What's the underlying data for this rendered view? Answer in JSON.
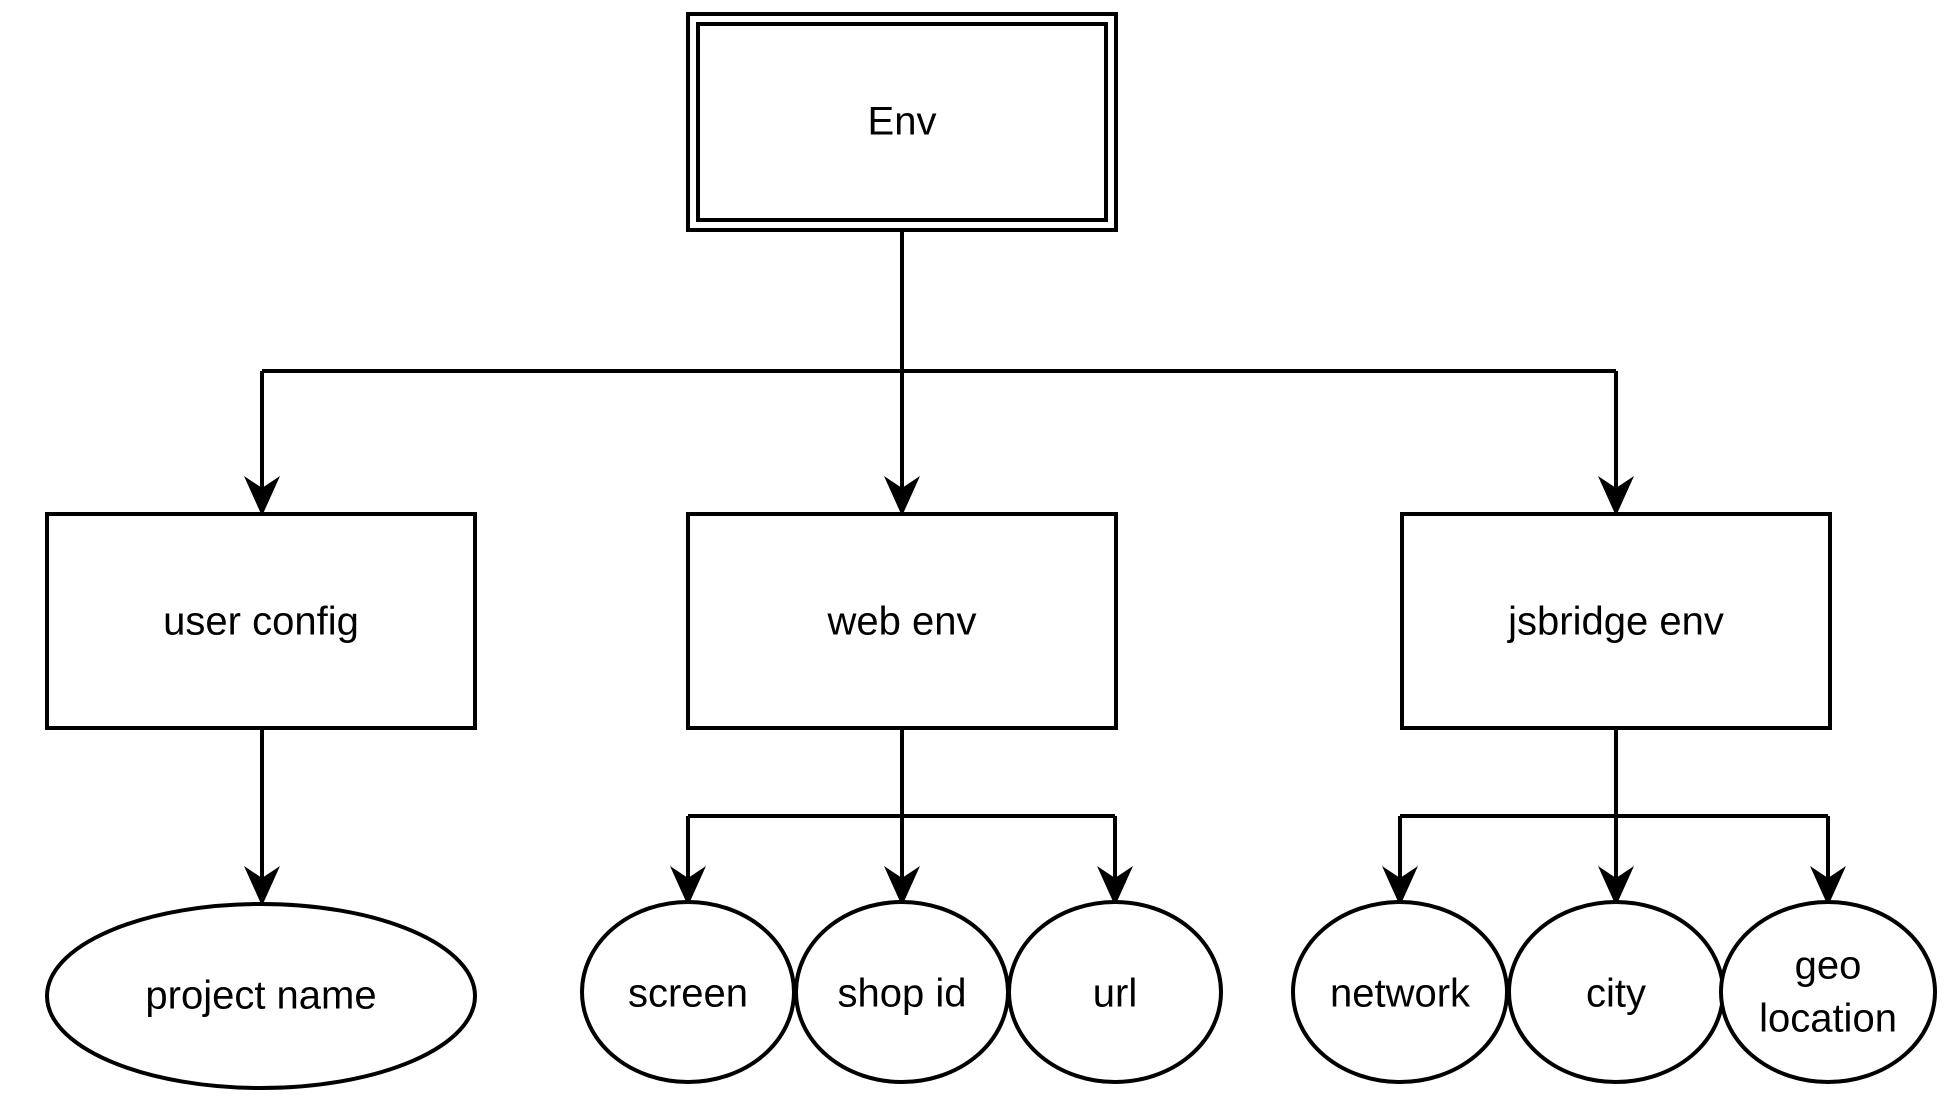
{
  "diagram": {
    "type": "flowchart",
    "orientation": "top-down",
    "background_color": "#ffffff",
    "stroke_color": "#000000",
    "nodes": [
      {
        "id": "env",
        "label": "Env",
        "shape": "double-rectangle",
        "level": 0
      },
      {
        "id": "userconfig",
        "label": "user config",
        "shape": "rectangle",
        "level": 1
      },
      {
        "id": "webenv",
        "label": "web env",
        "shape": "rectangle",
        "level": 1
      },
      {
        "id": "jsbridge",
        "label": "jsbridge env",
        "shape": "rectangle",
        "level": 1
      },
      {
        "id": "projname",
        "label": "project name",
        "shape": "ellipse",
        "level": 2
      },
      {
        "id": "screen",
        "label": "screen",
        "shape": "ellipse",
        "level": 2
      },
      {
        "id": "shopid",
        "label": "shop id",
        "shape": "ellipse",
        "level": 2
      },
      {
        "id": "url",
        "label": "url",
        "shape": "ellipse",
        "level": 2
      },
      {
        "id": "network",
        "label": "network",
        "shape": "ellipse",
        "level": 2
      },
      {
        "id": "city",
        "label": "city",
        "shape": "ellipse",
        "level": 2
      },
      {
        "id": "geolocation",
        "label_line1": "geo",
        "label_line2": "location",
        "label": "geo location",
        "shape": "ellipse",
        "level": 2
      }
    ],
    "edges": [
      {
        "from": "env",
        "to": "userconfig"
      },
      {
        "from": "env",
        "to": "webenv"
      },
      {
        "from": "env",
        "to": "jsbridge"
      },
      {
        "from": "userconfig",
        "to": "projname"
      },
      {
        "from": "webenv",
        "to": "screen"
      },
      {
        "from": "webenv",
        "to": "shopid"
      },
      {
        "from": "webenv",
        "to": "url"
      },
      {
        "from": "jsbridge",
        "to": "network"
      },
      {
        "from": "jsbridge",
        "to": "city"
      },
      {
        "from": "jsbridge",
        "to": "geolocation"
      }
    ]
  }
}
